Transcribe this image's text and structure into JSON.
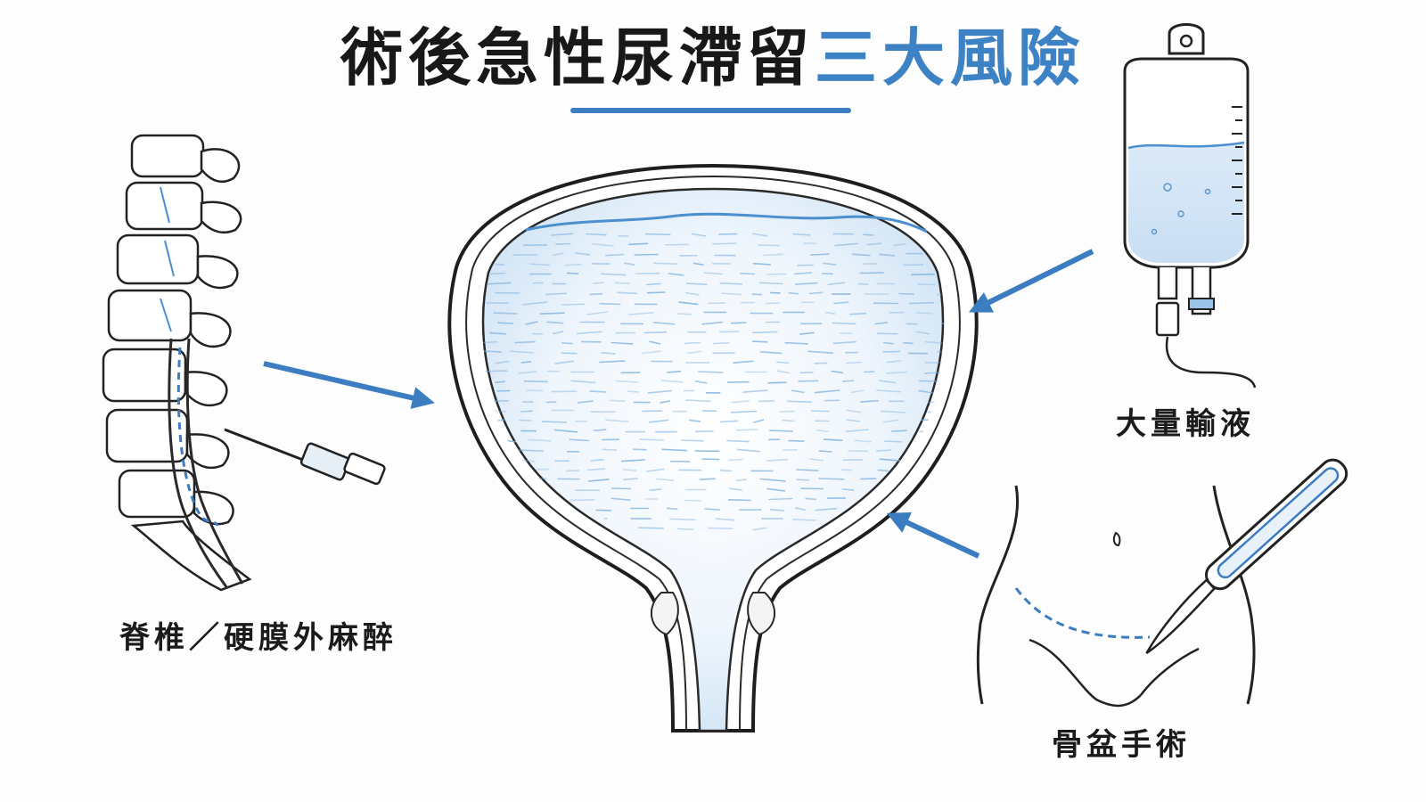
{
  "title": {
    "main": "術後急性尿滯留",
    "accent": "三大風險"
  },
  "labels": {
    "anesthesia": "脊椎／硬膜外麻醉",
    "fluids": "大量輸液",
    "surgery": "骨盆手術"
  },
  "colors": {
    "accent": "#3d82c4",
    "ink": "#1b1b1b",
    "urine": "#cfe3f5",
    "background": "#fdfdfd"
  }
}
